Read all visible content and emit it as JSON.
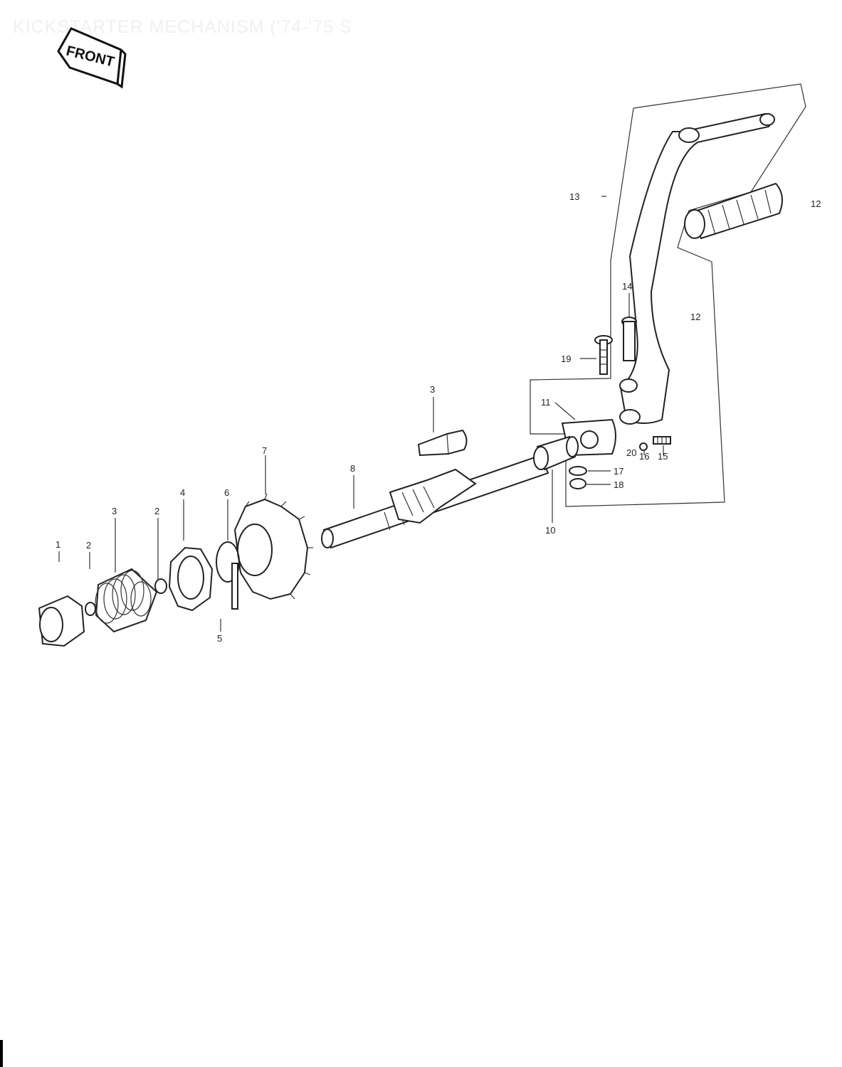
{
  "page": {
    "title": "KICKSTARTER MECHANISM ('74-'75 S",
    "front_badge": "FRONT"
  },
  "callouts": {
    "c1": "1",
    "c2a": "2",
    "c3a": "3",
    "c2b": "2",
    "c4": "4",
    "c5": "5",
    "c6": "6",
    "c7": "7",
    "c8": "8",
    "c3b": "3",
    "c10": "10",
    "c11": "11",
    "c12a": "12",
    "c12b": "12",
    "c13": "13",
    "c14": "14",
    "c15": "15",
    "c16": "16",
    "c17": "17",
    "c18": "18",
    "c19": "19",
    "c20": "20"
  }
}
